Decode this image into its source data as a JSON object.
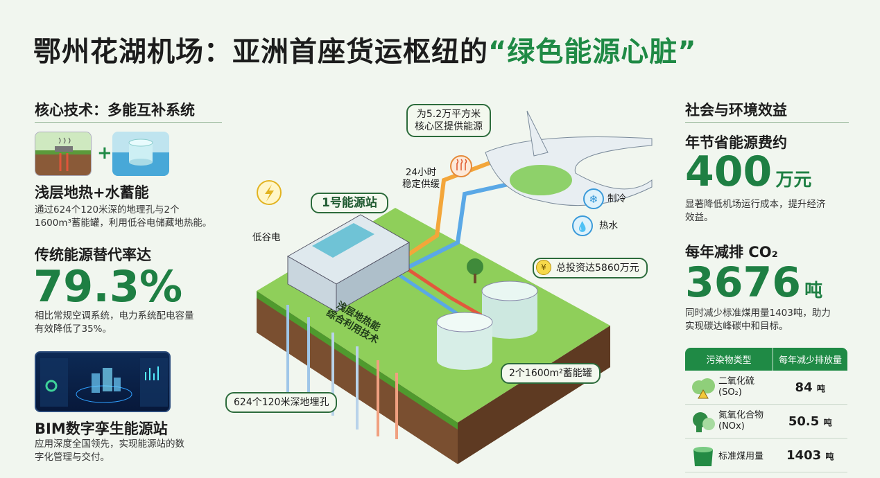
{
  "title": {
    "main": "鄂州花湖机场：亚洲首座货运枢纽的",
    "highlight": "“绿色能源心脏”"
  },
  "left": {
    "section": "核心技术：多能互补系统",
    "plus": "+",
    "tech_title": "浅层地热+水蓄能",
    "tech_desc_1": "通过624个120米深的地理孔与2个",
    "tech_desc_2": "1600m³蓄能罐，利用低谷电储藏地热能。",
    "rate_title": "传统能源替代率达",
    "rate_value": "79.3%",
    "rate_desc_1": "相比常规空调系统，电力系统配电容量",
    "rate_desc_2": "有效降低了35%。",
    "bim_title": "BIM数字孪生能源站",
    "bim_desc_1": "应用深度全国领先，实现能源站的数",
    "bim_desc_2": "字化管理与交付。"
  },
  "center": {
    "core_area_1": "为5.2万平方米",
    "core_area_2": "核心区提供能源",
    "supply_1": "24小时",
    "supply_2": "稳定供缓",
    "station": "1号能源站",
    "valley_power": "低谷电",
    "cooling": "制冷",
    "hot_water": "热水",
    "investment": "总投资达5860万元",
    "tech_1": "浅层地热能",
    "tech_2": "综合利用技术",
    "tanks": "2个1600m²蓄能罐",
    "boreholes": "624个120米深地埋孔"
  },
  "right": {
    "section": "社会与环境效益",
    "saving_title": "年节省能源费约",
    "saving_value": "400",
    "saving_unit": "万元",
    "saving_desc_1": "显著降低机场运行成本，提升经济",
    "saving_desc_2": "效益。",
    "co2_title": "每年减排 CO₂",
    "co2_value": "3676",
    "co2_unit": "吨",
    "co2_desc_1": "同时减少标准煤用量1403吨，助力",
    "co2_desc_2": "实现碳达峰碳中和目标。",
    "table": {
      "headers": [
        "污染物类型",
        "每年减少排放量"
      ],
      "rows": [
        {
          "name": "二氧化硫",
          "formula": "(SO₂)",
          "value": "84",
          "unit": "吨",
          "icon": "cloud-warning-icon"
        },
        {
          "name": "氮氧化合物",
          "formula": "(NOx)",
          "value": "50.5",
          "unit": "吨",
          "icon": "smoke-icon"
        },
        {
          "name": "标准煤用量",
          "formula": "",
          "value": "1403",
          "unit": "吨",
          "icon": "coal-bag-icon"
        }
      ]
    }
  },
  "colors": {
    "accent": "#1f8a45",
    "background": "#f1f6ef"
  }
}
